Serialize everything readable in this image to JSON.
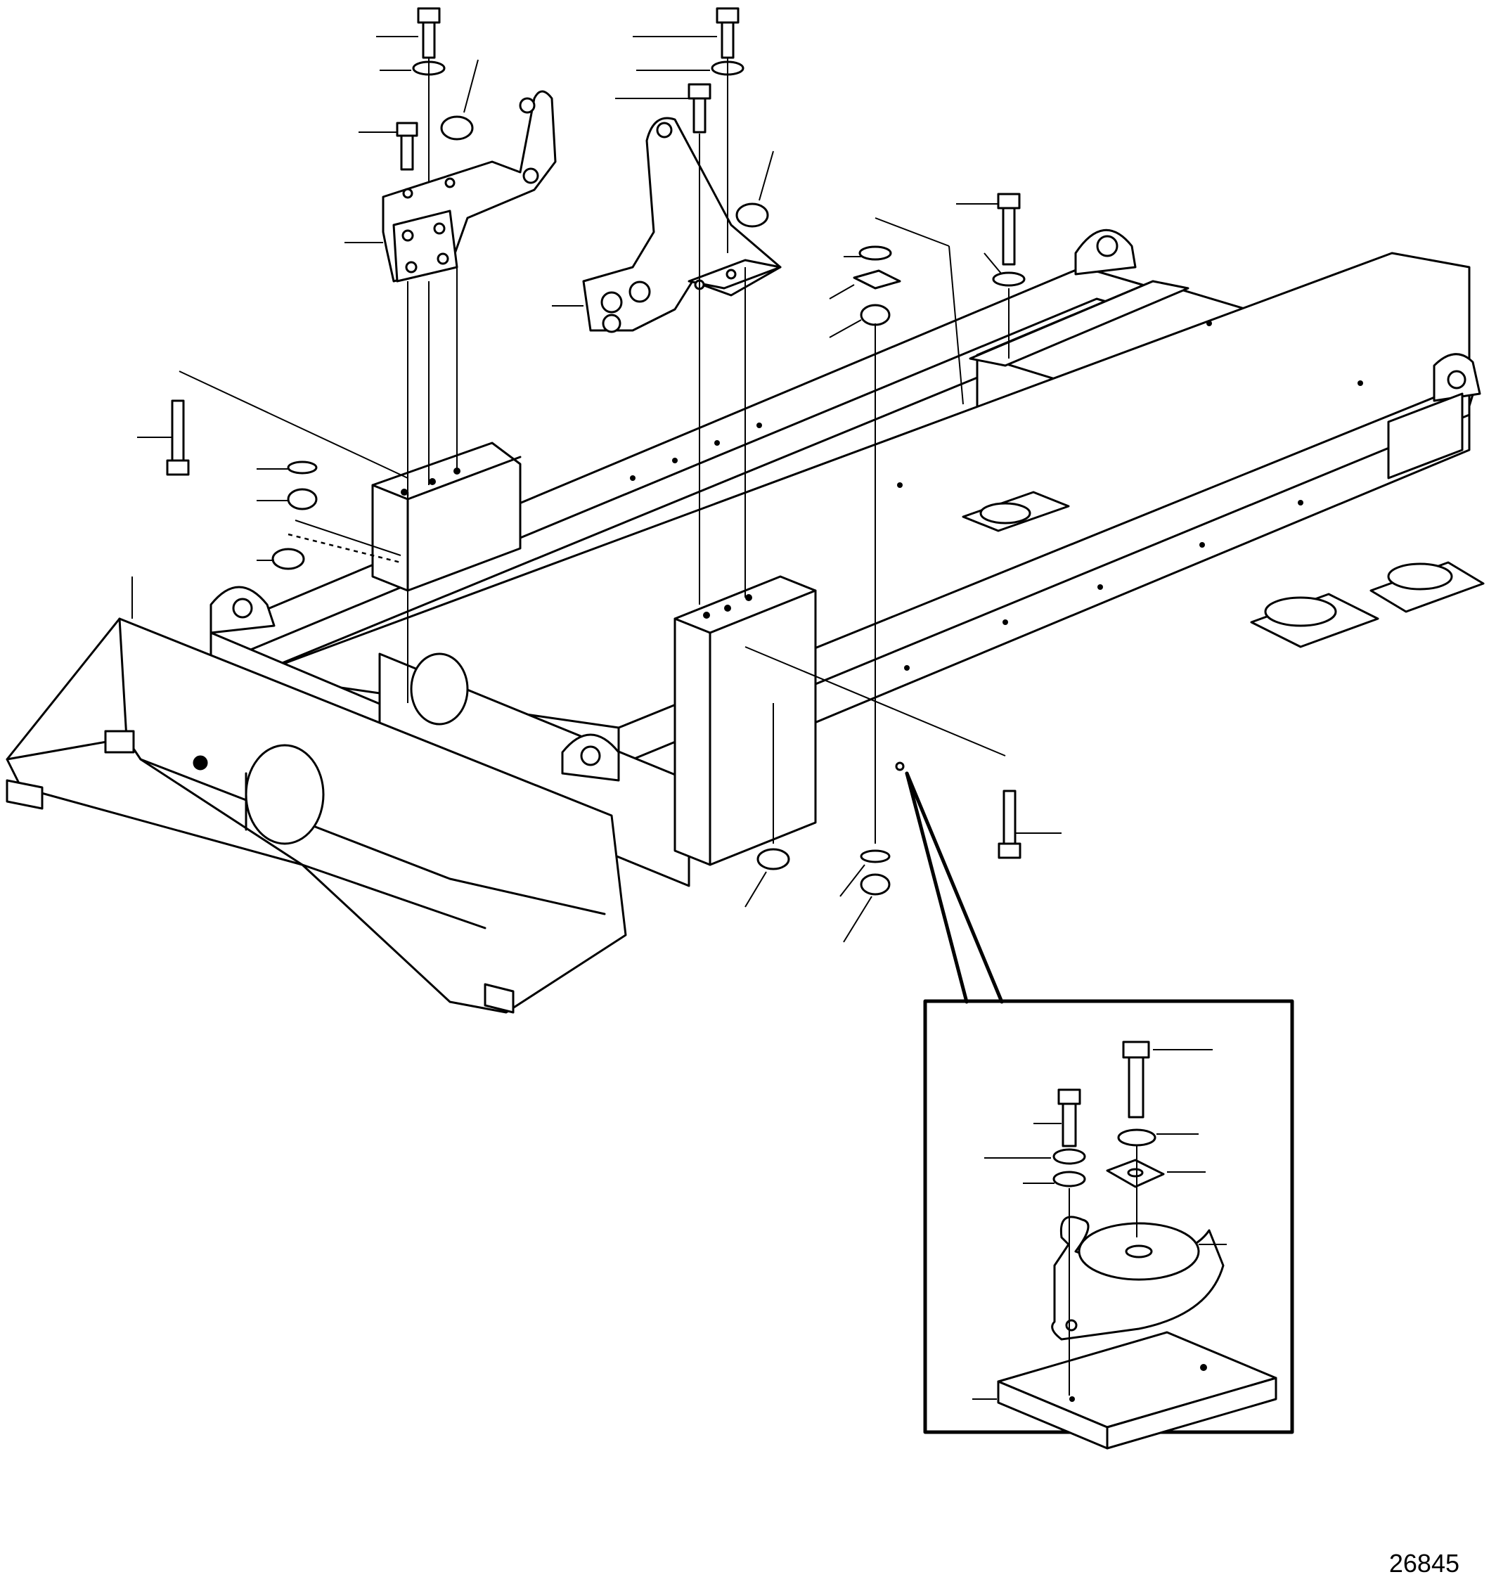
{
  "figure": {
    "number": "26845"
  },
  "parts": {
    "main_frame": "frame",
    "left_bracket": "engine-bracket",
    "right_bracket": "engine-bracket",
    "rubber_mounts": "vibration-damper",
    "detail_inset": "vibration-damper-detail"
  }
}
